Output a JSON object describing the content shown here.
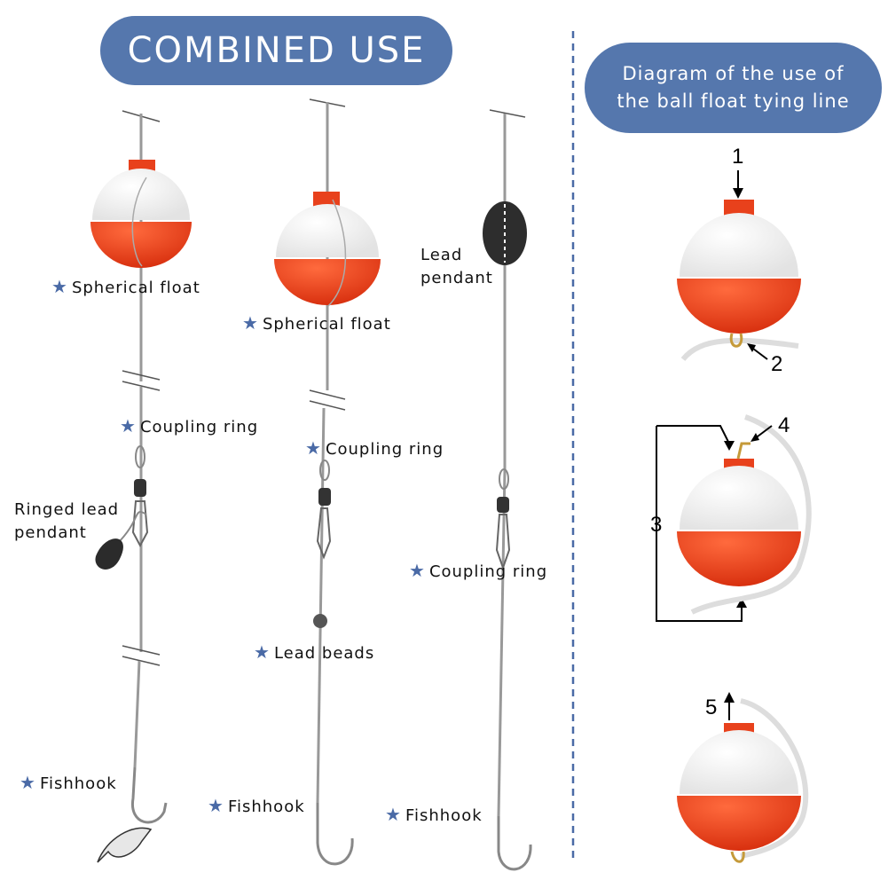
{
  "header": {
    "title": "COMBINED USE",
    "side_title_line1": "Diagram of the use of",
    "side_title_line2": "the ball float tying line"
  },
  "rig1": {
    "float": "Spherical float",
    "ring": "Coupling ring",
    "sinker_line1": "Ringed lead",
    "sinker_line2": "pendant",
    "hook": "Fishhook"
  },
  "rig2": {
    "float": "Spherical float",
    "ring": "Coupling ring",
    "beads": "Lead beads",
    "hook": "Fishhook"
  },
  "rig3": {
    "pendant_line1": "Lead",
    "pendant_line2": "pendant",
    "ring": "Coupling ring",
    "hook": "Fishhook"
  },
  "steps": {
    "s1": "1",
    "s2": "2",
    "s3": "3",
    "s4": "4",
    "s5": "5"
  },
  "colors": {
    "pill": "#5577ad",
    "float_red": "#e8411c",
    "float_white": "#f7f7f7",
    "star": "#4a6aa6",
    "divider": "#4a6aa6"
  }
}
